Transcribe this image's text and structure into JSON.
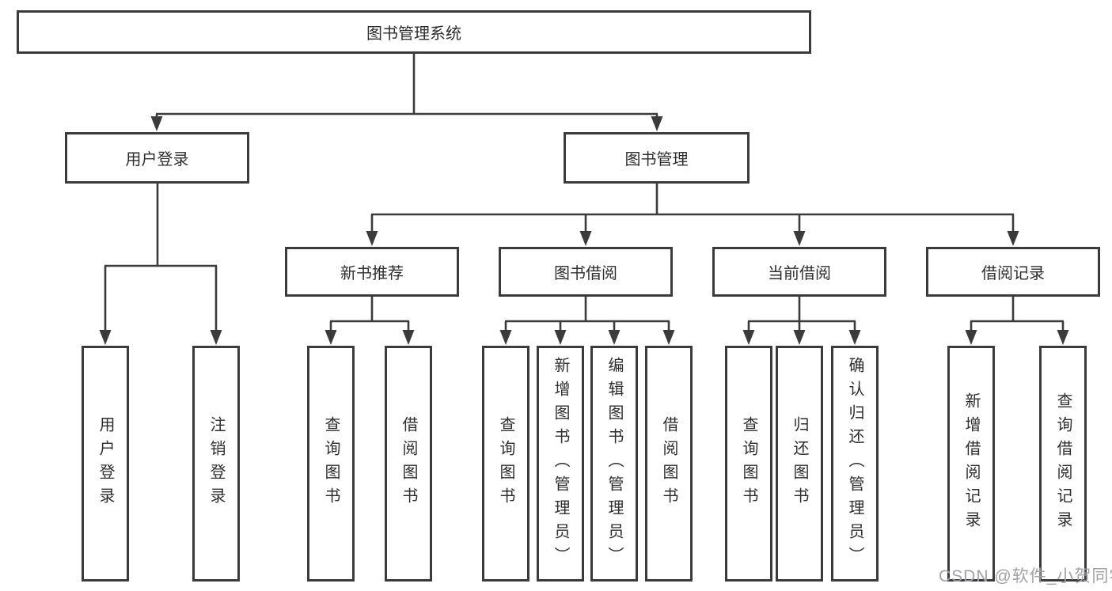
{
  "diagram": {
    "title": "图书管理系统",
    "root": {
      "label": "图书管理系统"
    },
    "branches": [
      {
        "label": "用户登录",
        "children": [
          {
            "label": "用户登录"
          },
          {
            "label": "注销登录"
          }
        ]
      },
      {
        "label": "图书管理",
        "children": [
          {
            "label": "新书推荐",
            "children": [
              {
                "label": "查询图书"
              },
              {
                "label": "借阅图书"
              }
            ]
          },
          {
            "label": "图书借阅",
            "children": [
              {
                "label": "查询图书"
              },
              {
                "label": "新增图书（管理员）"
              },
              {
                "label": "编辑图书（管理员）"
              },
              {
                "label": "借阅图书"
              }
            ]
          },
          {
            "label": "当前借阅",
            "children": [
              {
                "label": "查询图书"
              },
              {
                "label": "归还图书"
              },
              {
                "label": "确认归还（管理员）"
              }
            ]
          },
          {
            "label": "借阅记录",
            "children": [
              {
                "label": "新增借阅记录"
              },
              {
                "label": "查询借阅记录"
              }
            ]
          }
        ]
      }
    ]
  },
  "watermark": {
    "text": "CSDN @软件_小贺同学"
  },
  "colors": {
    "line": "#3b3b3b",
    "text": "#2e2e2e",
    "background": "#ffffff",
    "watermark": "#a1a1a6"
  }
}
